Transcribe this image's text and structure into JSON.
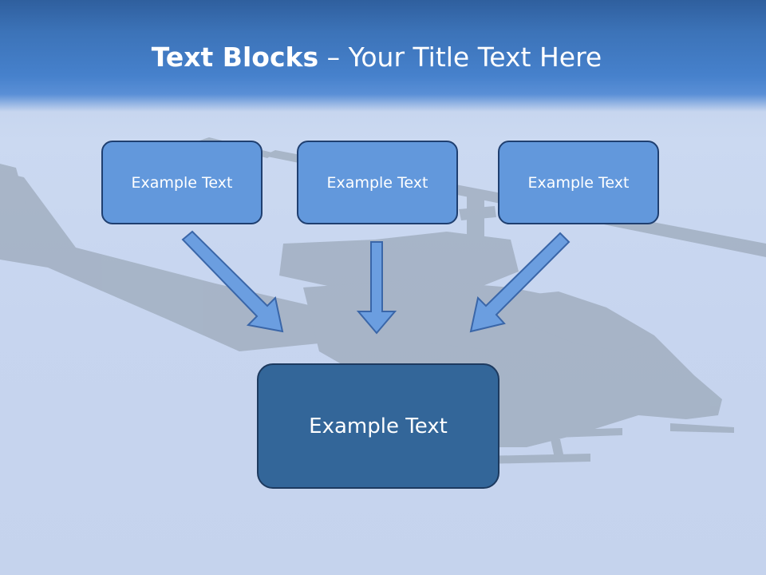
{
  "title": {
    "bold": "Text Blocks",
    "dash": " – ",
    "rest": "Your Title Text Here"
  },
  "blocks": {
    "left": "Example Text",
    "center": "Example Text",
    "right": "Example Text",
    "bottom": "Example Text"
  },
  "colors": {
    "small_box_fill": "#6298dc",
    "large_box_fill": "#336699",
    "arrow_fill": "#6b9ee0",
    "arrow_stroke": "#3a66a8"
  }
}
